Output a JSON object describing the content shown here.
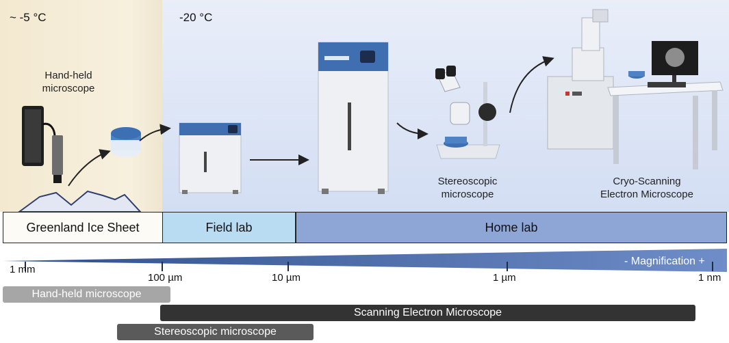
{
  "zones": {
    "field": {
      "temperature": "~ -5 °C",
      "color": "#f4ead3"
    },
    "lab": {
      "temperature": "-20 °C",
      "color": "#dce4f5"
    }
  },
  "instruments": {
    "handheld": "Hand-held\nmicroscope",
    "stereo": "Stereoscopic\nmicroscope",
    "sem": "Cryo-Scanning\nElectron Microscope"
  },
  "stages": [
    {
      "label": "Greenland Ice Sheet",
      "color": "#fdfbf5"
    },
    {
      "label": "Field lab",
      "color": "#b9dcf3"
    },
    {
      "label": "Home lab",
      "color": "#8ea6d6"
    }
  ],
  "scale": {
    "magnification_label": "- Magnification +",
    "ticks": [
      "1 mm",
      "100 µm",
      "10 µm",
      "1 µm",
      "1 nm"
    ]
  },
  "ranges": [
    {
      "label": "Hand-held microscope",
      "color": "#a6a6a6"
    },
    {
      "label": "Scanning Electron Microscope",
      "color": "#333333"
    },
    {
      "label": "Stereoscopic microscope",
      "color": "#5a5a5a"
    }
  ]
}
